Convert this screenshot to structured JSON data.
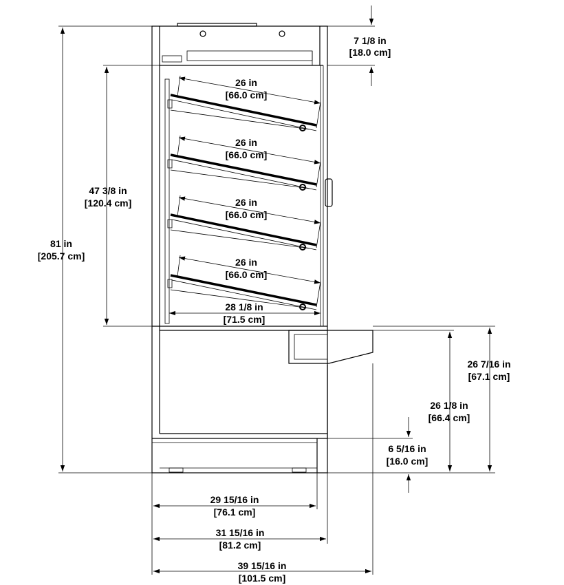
{
  "dimensions": {
    "top_gap": {
      "imperial": "7 1/8 in",
      "metric": "[18.0 cm]"
    },
    "interior_height": {
      "imperial": "47 3/8 in",
      "metric": "[120.4 cm]"
    },
    "overall_height": {
      "imperial": "81 in",
      "metric": "[205.7 cm]"
    },
    "shelf_1": {
      "imperial": "26 in",
      "metric": "[66.0 cm]"
    },
    "shelf_2": {
      "imperial": "26 in",
      "metric": "[66.0 cm]"
    },
    "shelf_3": {
      "imperial": "26 in",
      "metric": "[66.0 cm]"
    },
    "shelf_4": {
      "imperial": "26 in",
      "metric": "[66.0 cm]"
    },
    "interior_depth": {
      "imperial": "28 1/8 in",
      "metric": "[71.5 cm]"
    },
    "deck_height_outer": {
      "imperial": "26 7/16 in",
      "metric": "[67.1 cm]"
    },
    "deck_height_inner": {
      "imperial": "26 1/8 in",
      "metric": "[66.4 cm]"
    },
    "base_height": {
      "imperial": "6 5/16 in",
      "metric": "[16.0 cm]"
    },
    "base_depth": {
      "imperial": "29 15/16 in",
      "metric": "[76.1 cm]"
    },
    "cabinet_depth": {
      "imperial": "31 15/16 in",
      "metric": "[81.2 cm]"
    },
    "overall_depth": {
      "imperial": "39 15/16 in",
      "metric": "[101.5 cm]"
    }
  }
}
